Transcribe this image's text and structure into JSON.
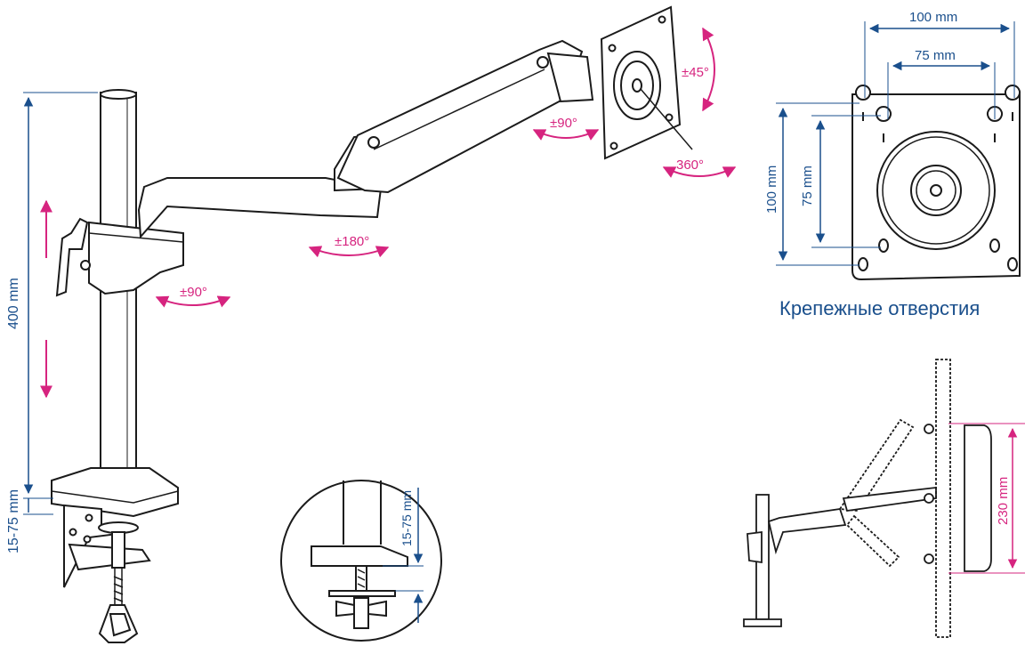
{
  "colors": {
    "dimension": "#1a4f8c",
    "rotation": "#d6247f",
    "line": "#1b1b1b"
  },
  "dimensions": {
    "pole_height": "400 mm",
    "clamp_range": "15-75 mm",
    "clamp_range_detail": "15-75 mm",
    "vesa_width_large": "100 mm",
    "vesa_width_small": "75 mm",
    "vesa_height_large": "100 mm",
    "vesa_height_small": "75 mm",
    "height_adjust": "230 mm"
  },
  "rotations": {
    "plate_tilt": "±45°",
    "plate_swivel": "±90°",
    "plate_rotate": "360°",
    "arm_swivel": "±180°",
    "base_swivel": "±90°"
  },
  "caption": "Крепежные отверстия"
}
